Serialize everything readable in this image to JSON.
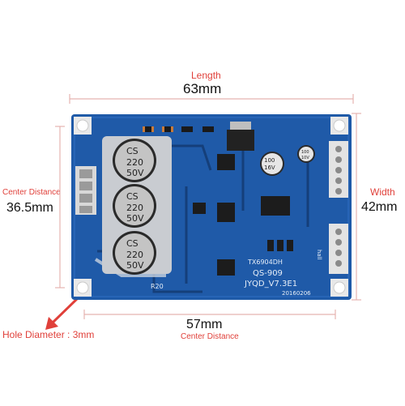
{
  "dimensions": {
    "length": {
      "label": "Length",
      "value": "63mm"
    },
    "width": {
      "label": "Width",
      "value": "42mm"
    },
    "center_distance_left": {
      "label": "Center Distance",
      "value": "36.5mm"
    },
    "center_distance_bottom": {
      "label": "Center Distance",
      "value": "57mm"
    },
    "hole": {
      "label": "Hole Diameter : 3mm"
    }
  },
  "board": {
    "capacitor": {
      "brand": "CS",
      "capacitance": "220",
      "voltage": "50V"
    },
    "small_capacitor": {
      "capacitance": "100",
      "voltage": "16V"
    },
    "tiny_capacitor": {
      "capacitance": "100",
      "voltage": "10V"
    },
    "chip_label": "TX6904DH",
    "model": "QS-909",
    "revision": "JYQD_V7.3E1",
    "date": "20160206",
    "resistor": "R20",
    "hall": "hall"
  },
  "colors": {
    "pcb": "#1f5aa8",
    "pcb_dark": "#153f7a",
    "arrow": "#e0403a",
    "dim_line": "#e5b3b0"
  }
}
